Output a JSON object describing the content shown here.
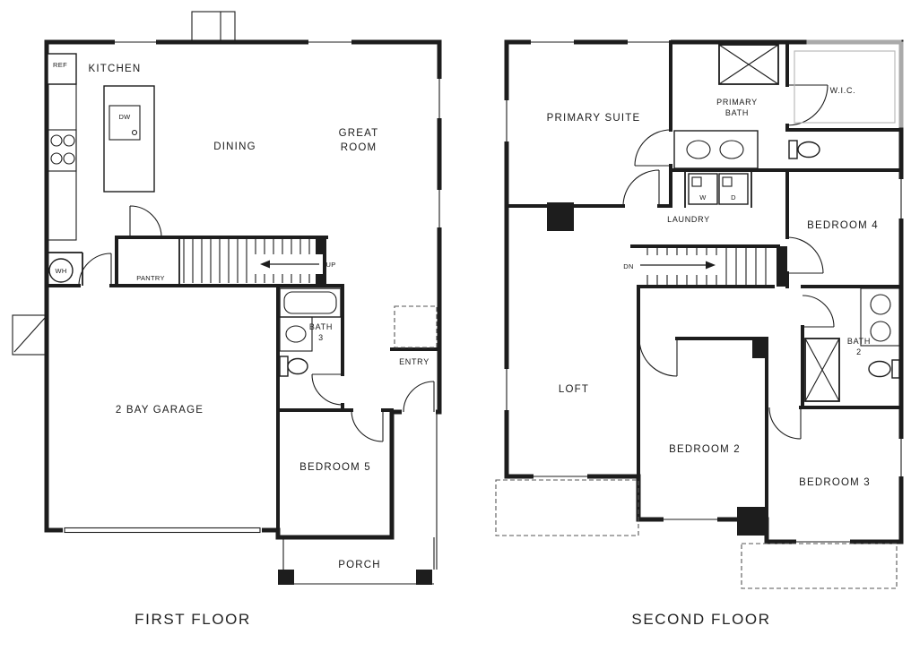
{
  "first_floor": {
    "title": "FIRST FLOOR",
    "labels": {
      "kitchen": "KITCHEN",
      "dining": "DINING",
      "great_room_line1": "GREAT",
      "great_room_line2": "ROOM",
      "pantry": "PANTRY",
      "up": "UP",
      "bath3_line1": "BATH",
      "bath3_line2": "3",
      "entry": "ENTRY",
      "garage": "2 BAY GARAGE",
      "bedroom5": "BEDROOM 5",
      "porch": "PORCH",
      "ref": "REF",
      "dw": "DW",
      "wh": "WH"
    }
  },
  "second_floor": {
    "title": "SECOND FLOOR",
    "labels": {
      "primary_suite": "PRIMARY SUITE",
      "primary_bath_line1": "PRIMARY",
      "primary_bath_line2": "BATH",
      "wic": "W.I.C.",
      "laundry": "LAUNDRY",
      "washer": "W",
      "dryer": "D",
      "bedroom4": "BEDROOM 4",
      "dn": "DN",
      "loft": "LOFT",
      "bath2_line1": "BATH",
      "bath2_line2": "2",
      "bedroom2": "BEDROOM 2",
      "bedroom3": "BEDROOM 3"
    }
  },
  "colors": {
    "wall": "#1d1d1d",
    "text": "#1a1a1a",
    "optional_grey": "#aaaaaa",
    "background": "#ffffff"
  }
}
